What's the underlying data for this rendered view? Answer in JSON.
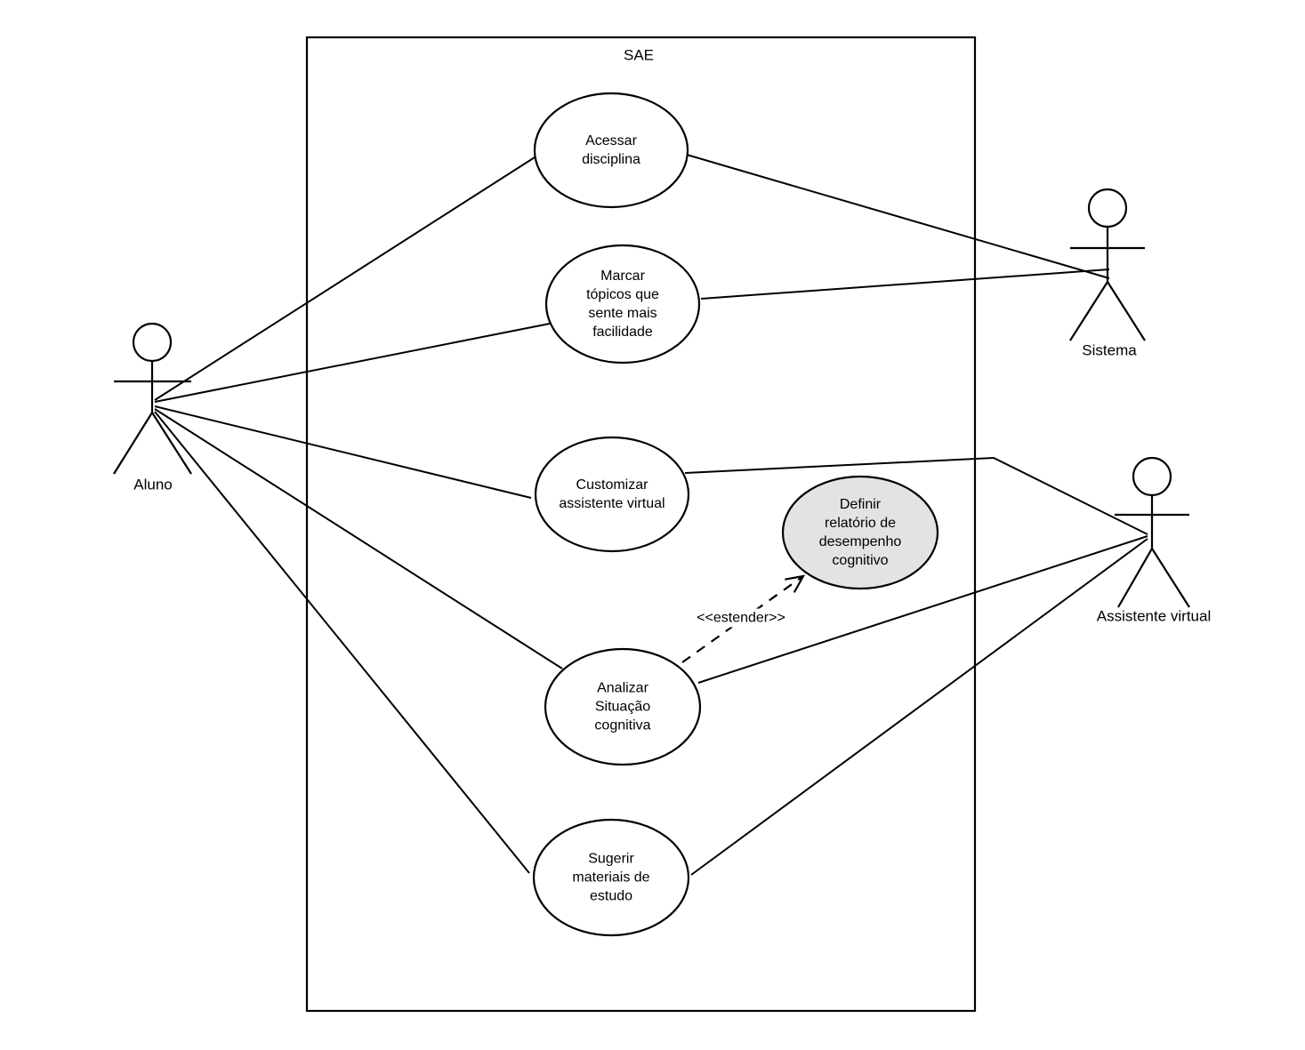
{
  "diagram": {
    "type": "uml-use-case-diagram",
    "system": {
      "title": "SAE"
    },
    "actors": [
      {
        "label": "Aluno"
      },
      {
        "label": "Sistema"
      },
      {
        "label": "Assistente virtual"
      }
    ],
    "use_cases": [
      {
        "label": "Acessar\ndisciplina",
        "name": "Acessar disciplina",
        "highlighted": false
      },
      {
        "label": "Marcar\ntópicos que\nsente mais\nfacilidade",
        "name": "Marcar tópicos que sente mais facilidade",
        "highlighted": false
      },
      {
        "label": "Customizar\nassistente virtual",
        "name": "Customizar assistente virtual",
        "highlighted": false
      },
      {
        "label": "Definir\nrelatório de\ndesempenho\ncognitivo",
        "name": "Definir relatório de desempenho cognitivo",
        "highlighted": true
      },
      {
        "label": "Analizar\nSituação\ncognitiva",
        "name": "Analizar Situação cognitiva",
        "highlighted": false
      },
      {
        "label": "Sugerir\nmateriais de\nestudo",
        "name": "Sugerir materiais de estudo",
        "highlighted": false
      }
    ],
    "associations": [
      {
        "from": "Aluno",
        "to": "Acessar disciplina"
      },
      {
        "from": "Aluno",
        "to": "Marcar tópicos que sente mais facilidade"
      },
      {
        "from": "Aluno",
        "to": "Customizar assistente virtual"
      },
      {
        "from": "Aluno",
        "to": "Analizar Situação cognitiva"
      },
      {
        "from": "Aluno",
        "to": "Sugerir materiais de estudo"
      },
      {
        "from": "Sistema",
        "to": "Acessar disciplina"
      },
      {
        "from": "Sistema",
        "to": "Marcar tópicos que sente mais facilidade"
      },
      {
        "from": "Assistente virtual",
        "to": "Customizar assistente virtual"
      },
      {
        "from": "Assistente virtual",
        "to": "Analizar Situação cognitiva"
      },
      {
        "from": "Assistente virtual",
        "to": "Sugerir materiais de estudo"
      }
    ],
    "extend_relationship": {
      "from": "Analizar Situação cognitiva",
      "to": "Definir relatório de desempenho cognitivo",
      "stereotype": "<<estender>>"
    },
    "colors": {
      "stroke": "#000000",
      "shape_fill": "#ffffff",
      "highlight_fill": "#e3e3e3",
      "background": "#ffffff"
    }
  }
}
